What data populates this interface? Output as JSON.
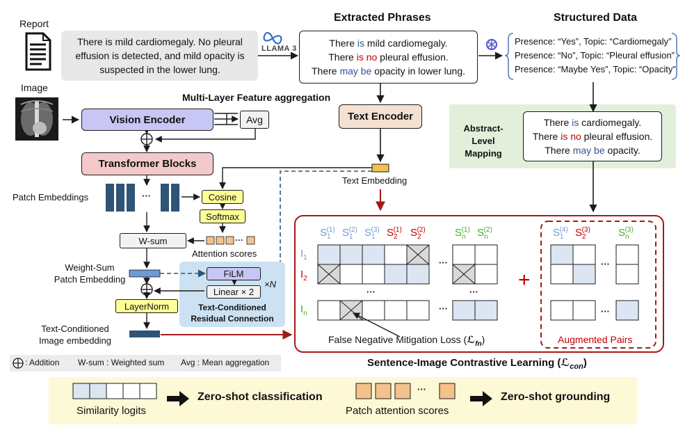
{
  "report_label": "Report",
  "image_label": "Image",
  "report_text": [
    "There is mild cardiomegaly. No pleural",
    "effusion is detected, and mild opacity is",
    "suspected in the lower lung."
  ],
  "llama_label": "LLAMA 3",
  "extracted": {
    "title": "Extracted Phrases",
    "lines": [
      {
        "pre": "There ",
        "hl": "is",
        "hl_color": "#2f5597",
        "post": " mild cardiomegaly."
      },
      {
        "pre": "There ",
        "hl": "is no",
        "hl_color": "#c00000",
        "post": " pleural effusion."
      },
      {
        "pre": "There ",
        "hl": "may be",
        "hl_color": "#2f5597",
        "post": " opacity in lower lung."
      }
    ]
  },
  "structured": {
    "title": "Structured Data",
    "lines": [
      "Presence: “Yes”, Topic: “Cardiomegaly”",
      "Presence: “No”, Topic: “Pleural effusion”",
      "Presence: “Maybe Yes”, Topic: “Opacity”"
    ]
  },
  "abstract": {
    "label": [
      "Abstract-Level",
      "Mapping"
    ],
    "lines": [
      {
        "pre": "There ",
        "hl": "is",
        "hl_color": "#2f5597",
        "post": " cardiomegaly."
      },
      {
        "pre": "There ",
        "hl": "is no",
        "hl_color": "#c00000",
        "post": " pleural effusion."
      },
      {
        "pre": "There ",
        "hl": "may be",
        "hl_color": "#2f5597",
        "post": " opacity."
      }
    ]
  },
  "mlfa_title": "Multi-Layer Feature aggregation",
  "vision_encoder": "Vision Encoder",
  "avg": "Avg",
  "text_encoder": "Text Encoder",
  "transformer_blocks": "Transformer Blocks",
  "text_embedding": "Text Embedding",
  "patch_embeddings": "Patch Embeddings",
  "cosine": "Cosine",
  "softmax": "Softmax",
  "attention_scores": "Attention scores",
  "wsum": "W-sum",
  "weight_sum_label": [
    "Weight-Sum",
    "Patch Embedding"
  ],
  "film": "FiLM",
  "linear": "Linear × 2",
  "times_n": "×N",
  "residual_label": [
    "Text-Conditioned",
    "Residual Connection"
  ],
  "layernorm": "LayerNorm",
  "tc_image_label": [
    "Text-Conditioned",
    "Image embedding"
  ],
  "ellipsis": "···",
  "legend_bar": {
    "addition": ": Addition",
    "wsum": "W-sum : Weighted sum",
    "avg": "Avg : Mean aggregation"
  },
  "matrix": {
    "col_labels": [
      {
        "s": "S",
        "sub": "1",
        "sup": "(1)",
        "color": "#6f9ad3"
      },
      {
        "s": "S",
        "sub": "1",
        "sup": "(2)",
        "color": "#6f9ad3"
      },
      {
        "s": "S",
        "sub": "1",
        "sup": "(3)",
        "color": "#6f9ad3"
      },
      {
        "s": "S",
        "sub": "2",
        "sup": "(1)",
        "color": "#c00000"
      },
      {
        "s": "S",
        "sub": "2",
        "sup": "(2)",
        "color": "#c00000"
      },
      {
        "s": "S",
        "sub": "n",
        "sup": "(1)",
        "color": "#4ea72e"
      },
      {
        "s": "S",
        "sub": "n",
        "sup": "(2)",
        "color": "#4ea72e"
      }
    ],
    "aug_labels": [
      {
        "s": "S",
        "sub": "1",
        "sup": "(4)",
        "color": "#6f9ad3"
      },
      {
        "s": "S",
        "sub": "2",
        "sup": "(3)",
        "color": "#c00000"
      },
      {
        "s": "S",
        "sub": "n",
        "sup": "(3)",
        "color": "#4ea72e"
      }
    ],
    "row_labels": [
      {
        "i": "I",
        "sub": "1",
        "color": "#6f9ad3"
      },
      {
        "i": "I",
        "sub": "2",
        "color": "#c00000"
      },
      {
        "i": "I",
        "sub": "n",
        "color": "#4ea72e"
      }
    ],
    "fn_loss": "False Negative Mitigation Loss (",
    "fn_sym": "ℒ",
    "fn_sub": "fn",
    "augmented": "Augmented Pairs",
    "plus": "+"
  },
  "contrastive_title": "Sentence-Image Contrastive Learning (",
  "contrastive_sym": "ℒ",
  "contrastive_sub": "con",
  "bottom": {
    "sim_logits": "Similarity logits",
    "zero_cls": "Zero-shot classification",
    "patch_scores": "Patch attention scores",
    "zero_ground": "Zero-shot grounding"
  },
  "colors": {
    "vision": "#c7c6f5",
    "text_enc": "#f4e1d2",
    "transformer": "#f4c9c9",
    "yellow": "#ffff99",
    "navy": "#2e5476",
    "dark_red": "#a31919",
    "light_blue_cell": "#dce6f2",
    "orange": "#f4c28b",
    "green_bg": "#e2efda",
    "blue_panel": "#cce1f2",
    "bottom_bg": "#fdf8d5"
  }
}
